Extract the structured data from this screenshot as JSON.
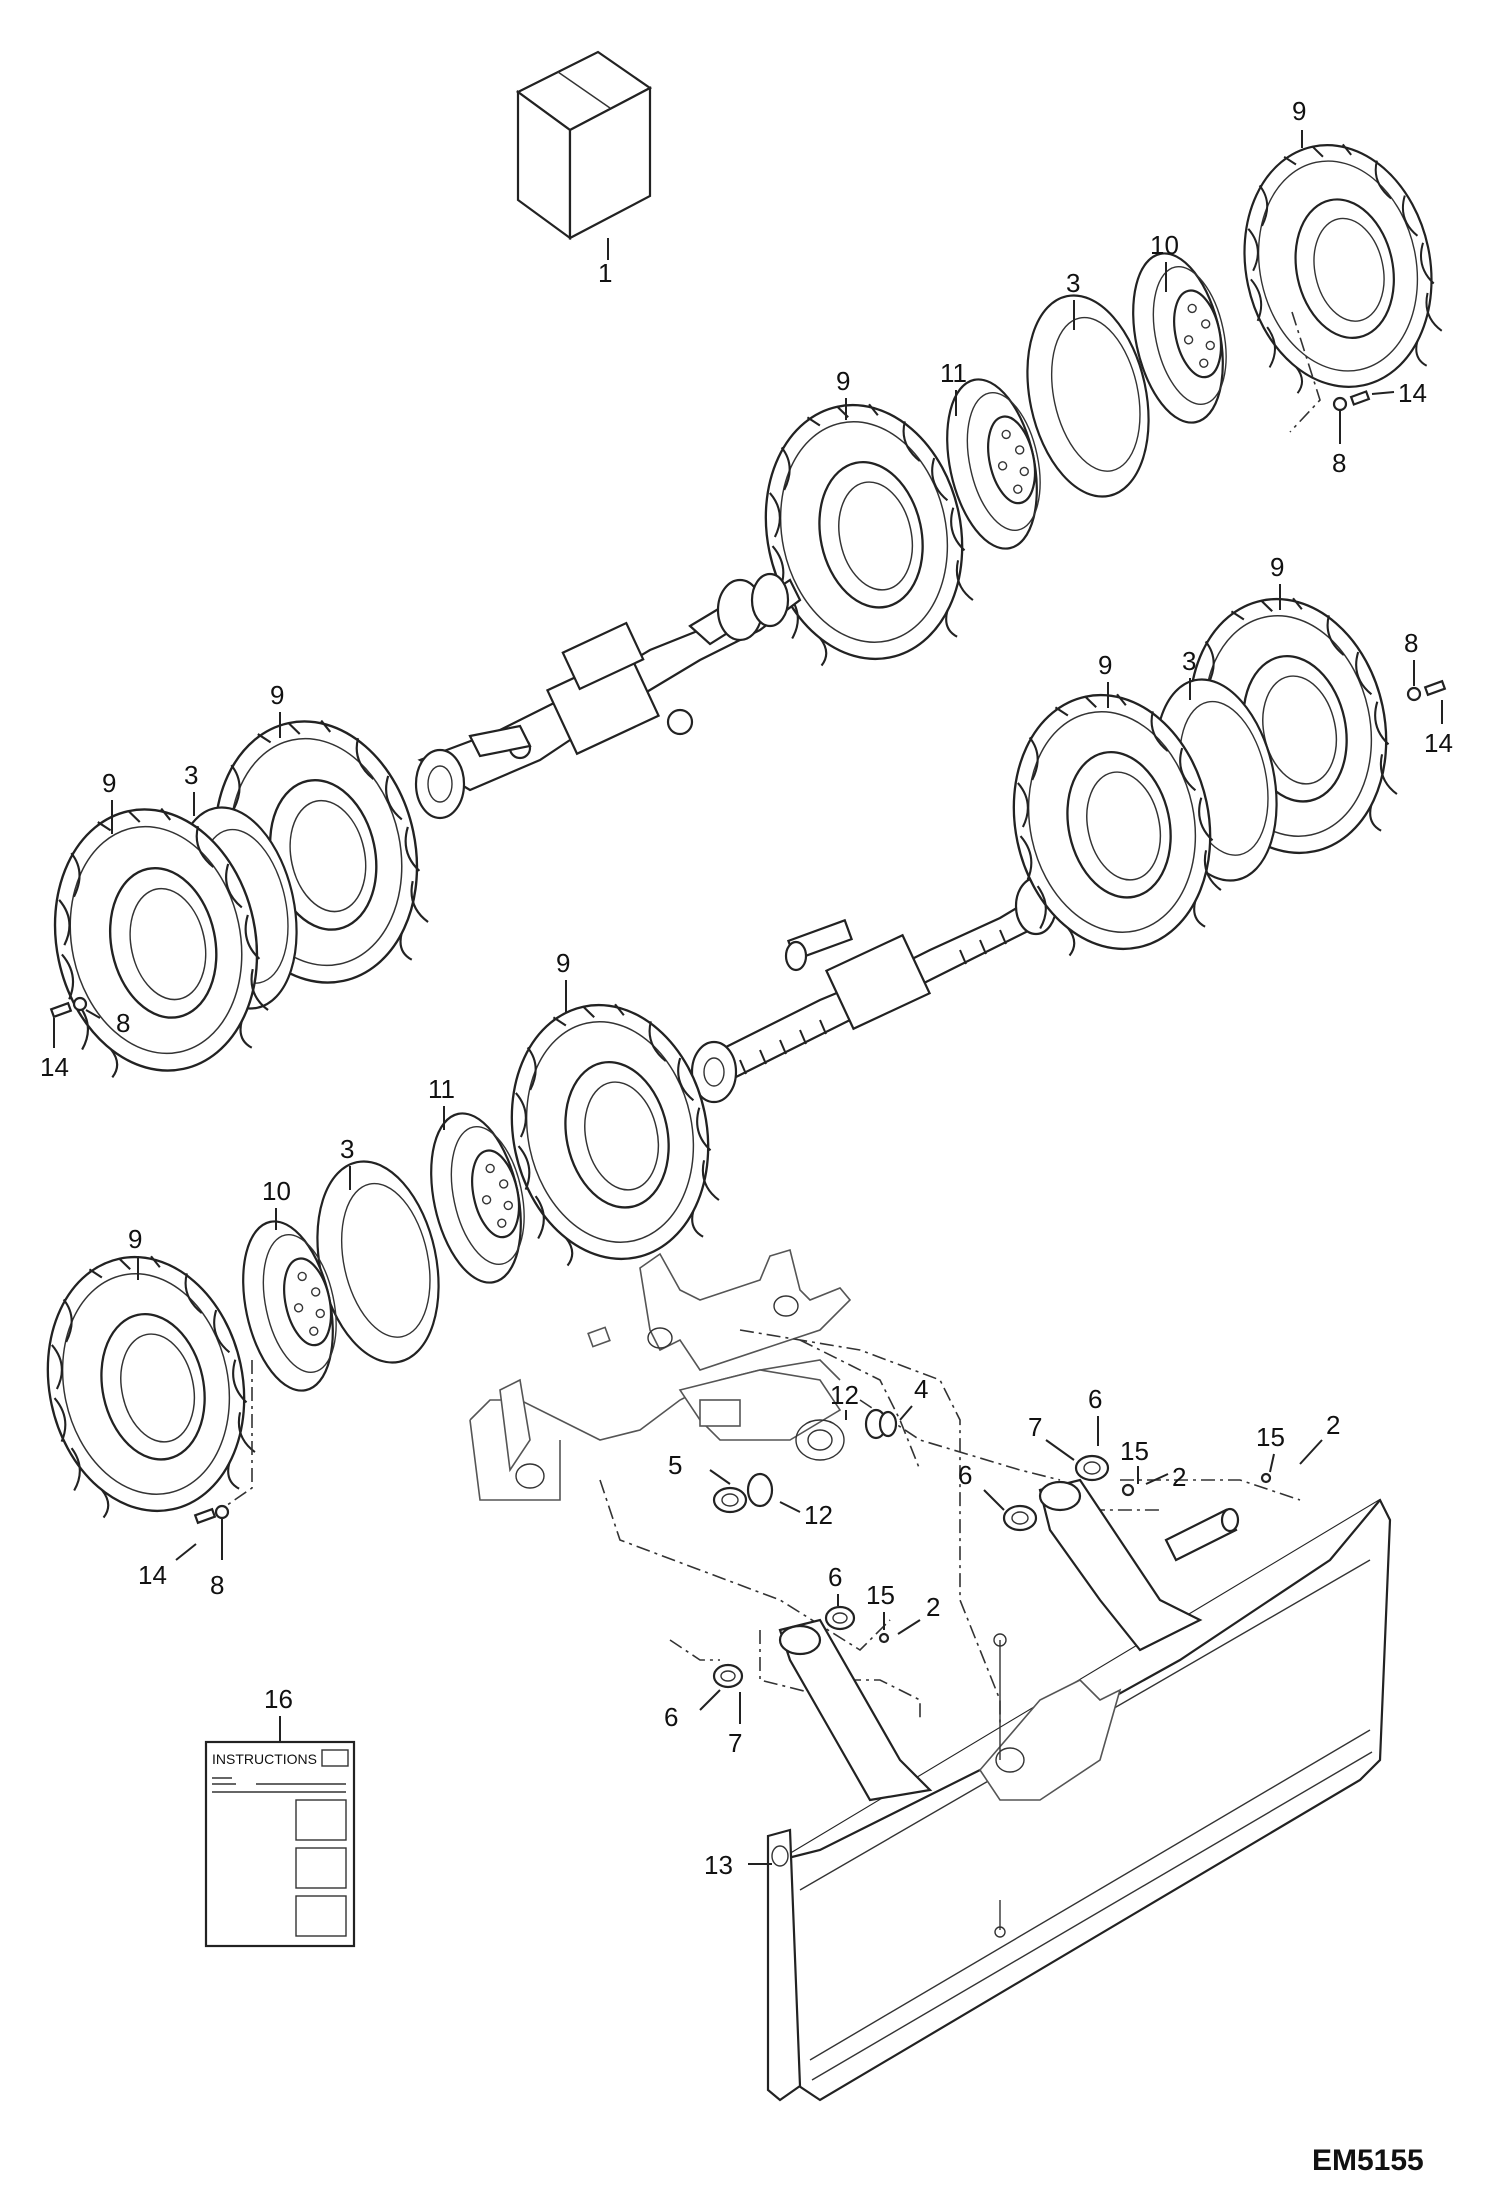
{
  "drawing_code": "EM5155",
  "instructions_label": "INSTRUCTIONS",
  "callouts": {
    "c_box": "1",
    "c_tire_top_right": "9",
    "c_hub_top": "10",
    "c_spacer_top": "3",
    "c_rim_top": "11",
    "c_tire_top_mid": "9",
    "c_bolt_top_14": "14",
    "c_nut_top_8": "8",
    "c_tire_front_right_outer": "9",
    "c_nut_right_8": "8",
    "c_spacer_right": "3",
    "c_tire_front_right_inner": "9",
    "c_bolt_right_14": "14",
    "c_tire_left_inner": "9",
    "c_spacer_left": "3",
    "c_tire_left_outer": "9",
    "c_bolt_left_14": "14",
    "c_nut_left_8": "8",
    "c_tire_mid": "9",
    "c_rim_mid": "11",
    "c_spacer_mid": "3",
    "c_hub_mid": "10",
    "c_tire_bottom_left": "9",
    "c_bolt_bottom_14": "14",
    "c_nut_bottom_8": "8",
    "c_ring_12a": "12",
    "c_washer_4": "4",
    "c_washer_5": "5",
    "c_ring_12b": "12",
    "c_washer_6a": "6",
    "c_washer_7a": "7",
    "c_washer_6b": "6",
    "c_pin_15a": "15",
    "c_pin_2a": "2",
    "c_pin_15b": "15",
    "c_pin_2b": "2",
    "c_washer_6c": "6",
    "c_pin_15c": "15",
    "c_pin_2c": "2",
    "c_washer_6d": "6",
    "c_washer_7b": "7",
    "c_manual_16": "16",
    "c_blade_13": "13"
  }
}
